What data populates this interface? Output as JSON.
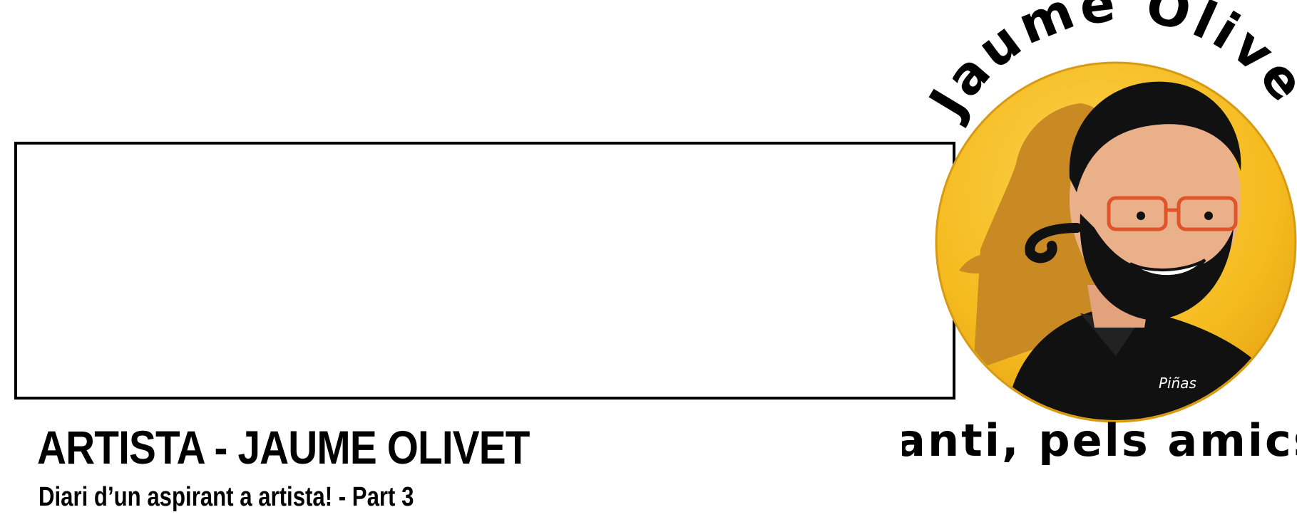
{
  "header": {
    "title": "ARTISTA - JAUME OLIVET",
    "subtitle": "Diari d’un aspirant a artista! - Part 3"
  },
  "logo": {
    "top_text": "Jaume Olivet",
    "bottom_text": "santi, pels amics",
    "signature": "Piñas",
    "icon": "caricature-portrait-icon",
    "colors": {
      "badge_outer": "#f2b821",
      "badge_inner": "#f7c734",
      "shadow": "#c98a24",
      "skin": "#eab089",
      "hair": "#111111",
      "glasses": "#e0542a"
    }
  }
}
